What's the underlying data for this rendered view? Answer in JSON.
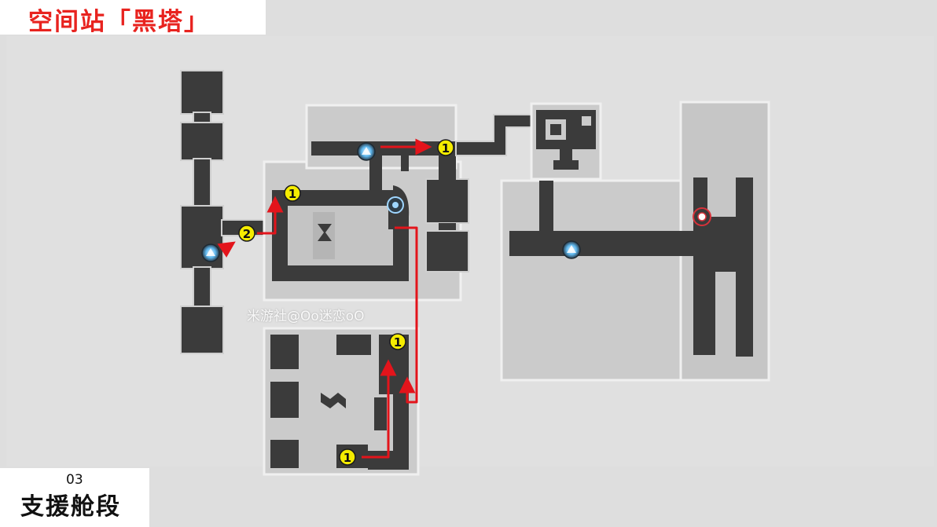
{
  "header": {
    "title": "空间站「黑塔」"
  },
  "zone": {
    "number": "03",
    "name": "支援舱段"
  },
  "watermark": "米游社@Oo迷恋oO",
  "colors": {
    "route": "#e3141b",
    "marker_fill": "#f5ec00",
    "corridor": "#3b3b3b",
    "room_shell": "#c9c9c9",
    "background": "#dedede",
    "title": "#e8231f"
  },
  "map": {
    "markers": [
      {
        "label": "1"
      },
      {
        "label": "1"
      },
      {
        "label": "2"
      },
      {
        "label": "1"
      },
      {
        "label": "1"
      }
    ],
    "icons": [
      "space-anchor-icon",
      "space-anchor-icon",
      "space-anchor-icon",
      "puzzle-device-icon",
      "boss-marker-icon"
    ]
  }
}
